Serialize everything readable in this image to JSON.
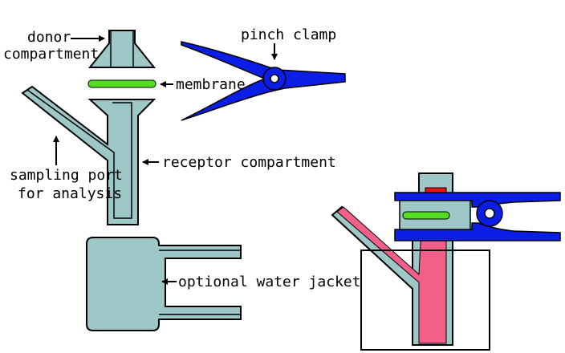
{
  "labels": {
    "donor_line1": "donor",
    "donor_line2": "compartment",
    "pinch_clamp": "pinch clamp",
    "membrane": "membrane",
    "receptor": "receptor compartment",
    "sampling_line1": "sampling port",
    "sampling_line2": "for analysis",
    "water_jacket": "optional water jacket"
  },
  "colors": {
    "glass": "#9ec7c7",
    "clamp": "#0a1ee6",
    "membrane": "#55dd22",
    "receptor_fluid": "#f2608a",
    "donor_fluid": "#ee1111",
    "outline": "#000000",
    "background": "#ffffff"
  }
}
